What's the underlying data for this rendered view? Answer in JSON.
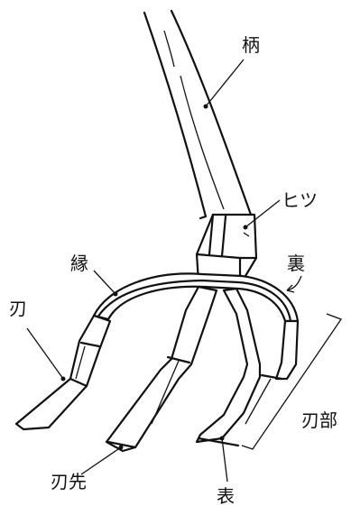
{
  "labels": {
    "handle": "柄",
    "ferrule": "ヒツ",
    "back": "裏",
    "rim": "縁",
    "blade": "刃",
    "blade_section": "刃部",
    "blade_tip": "刃先",
    "front": "表"
  }
}
